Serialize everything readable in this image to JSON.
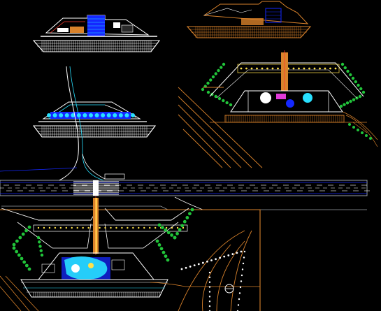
{
  "drawing": {
    "background_color": "#000000",
    "views": [
      {
        "id": "elevation-1",
        "kind": "building elevation"
      },
      {
        "id": "elevation-2",
        "kind": "building elevation"
      },
      {
        "id": "elevation-3",
        "kind": "building elevation"
      },
      {
        "id": "site-plan-upper",
        "kind": "site plan"
      },
      {
        "id": "site-plan-lower",
        "kind": "site plan"
      },
      {
        "id": "highway",
        "kind": "road with interchange"
      }
    ],
    "palette": {
      "line_white": "#ffffff",
      "line_orange": "#d9822b",
      "line_blue": "#1428ff",
      "line_cyan": "#28e0ff",
      "line_green": "#21c43a",
      "line_yellow": "#ffe14a",
      "line_red": "#ff3b30",
      "line_magenta": "#e23ad9",
      "road_grey": "#9aa0a6"
    }
  }
}
